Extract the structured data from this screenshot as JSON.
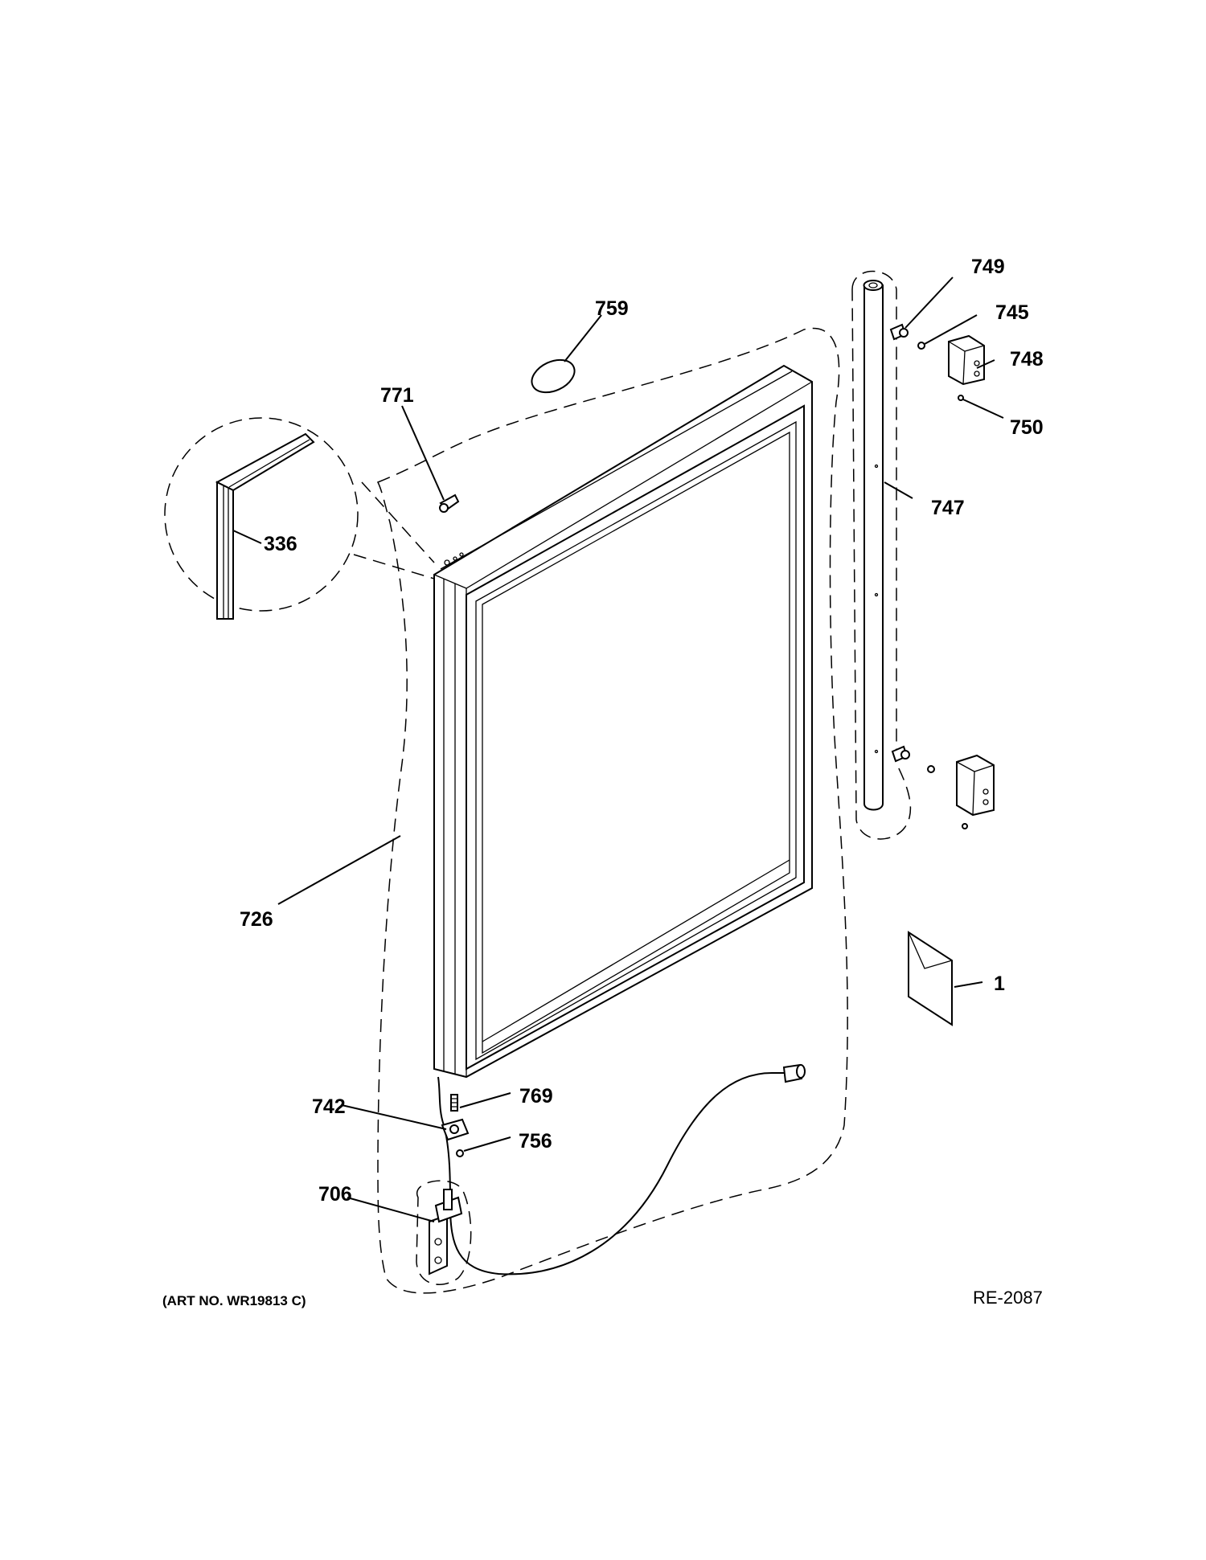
{
  "callouts": {
    "c749": "749",
    "c745": "745",
    "c748": "748",
    "c750": "750",
    "c759": "759",
    "c771": "771",
    "c747": "747",
    "c336": "336",
    "c726": "726",
    "c1": "1",
    "c769": "769",
    "c742": "742",
    "c756": "756",
    "c706": "706"
  },
  "footer": {
    "art_no": "(ART NO. WR19813 C)",
    "ref": "RE-2087"
  },
  "icons": [
    "door-frame",
    "handle-tube",
    "hinge",
    "gasket-detail",
    "literature-envelope",
    "wire-harness"
  ]
}
